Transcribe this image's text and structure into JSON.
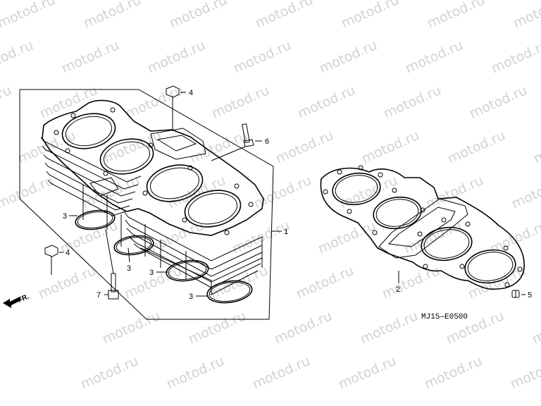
{
  "watermark": {
    "text": "motod.ru",
    "color": "#d2d2d2"
  },
  "diagram_code": "MJ15—E0500",
  "front_indicator": "FR.",
  "callouts": [
    {
      "id": "c1",
      "label": "1",
      "part": "cylinder-block"
    },
    {
      "id": "c2",
      "label": "2",
      "part": "cylinder-head-gasket"
    },
    {
      "id": "c3a",
      "label": "3",
      "part": "o-ring"
    },
    {
      "id": "c3b",
      "label": "3",
      "part": "o-ring"
    },
    {
      "id": "c3c",
      "label": "3",
      "part": "o-ring"
    },
    {
      "id": "c3d",
      "label": "3",
      "part": "o-ring"
    },
    {
      "id": "c4a",
      "label": "4",
      "part": "nut"
    },
    {
      "id": "c4b",
      "label": "4",
      "part": "nut"
    },
    {
      "id": "c5",
      "label": "5",
      "part": "dowel-pin"
    },
    {
      "id": "c6",
      "label": "6",
      "part": "stud-bolt"
    },
    {
      "id": "c7",
      "label": "7",
      "part": "stud-bolt"
    }
  ]
}
